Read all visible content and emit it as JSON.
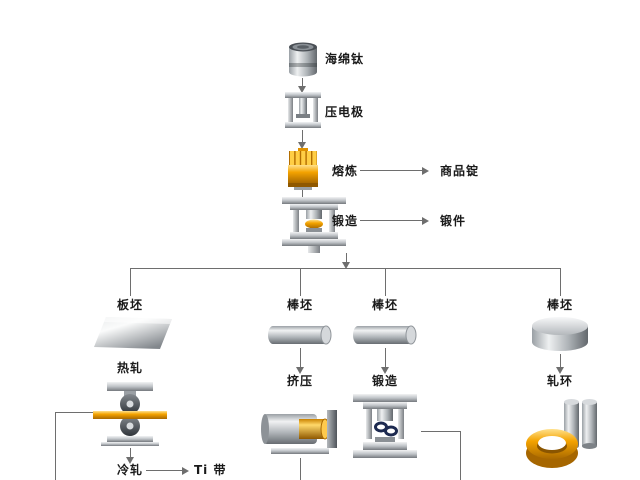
{
  "diagram": {
    "labels": {
      "sponge_titanium": "海绵钛",
      "press_electrode": "压电极",
      "melting": "熔炼",
      "commercial_ingot": "商品锭",
      "forging": "锻造",
      "forgings": "锻件",
      "slab": "板坯",
      "bar_billet": "棒坯",
      "hot_rolling": "热轧",
      "extrusion": "挤压",
      "forging_2": "锻造",
      "ring_rolling": "轧环",
      "cold_rolling": "冷轧",
      "ti_strip": "Ti 带"
    },
    "colors": {
      "gold": "#F2A100",
      "metal": "#9BA0A5",
      "line": "#6E6E6E",
      "text": "#1A1A1A"
    }
  }
}
